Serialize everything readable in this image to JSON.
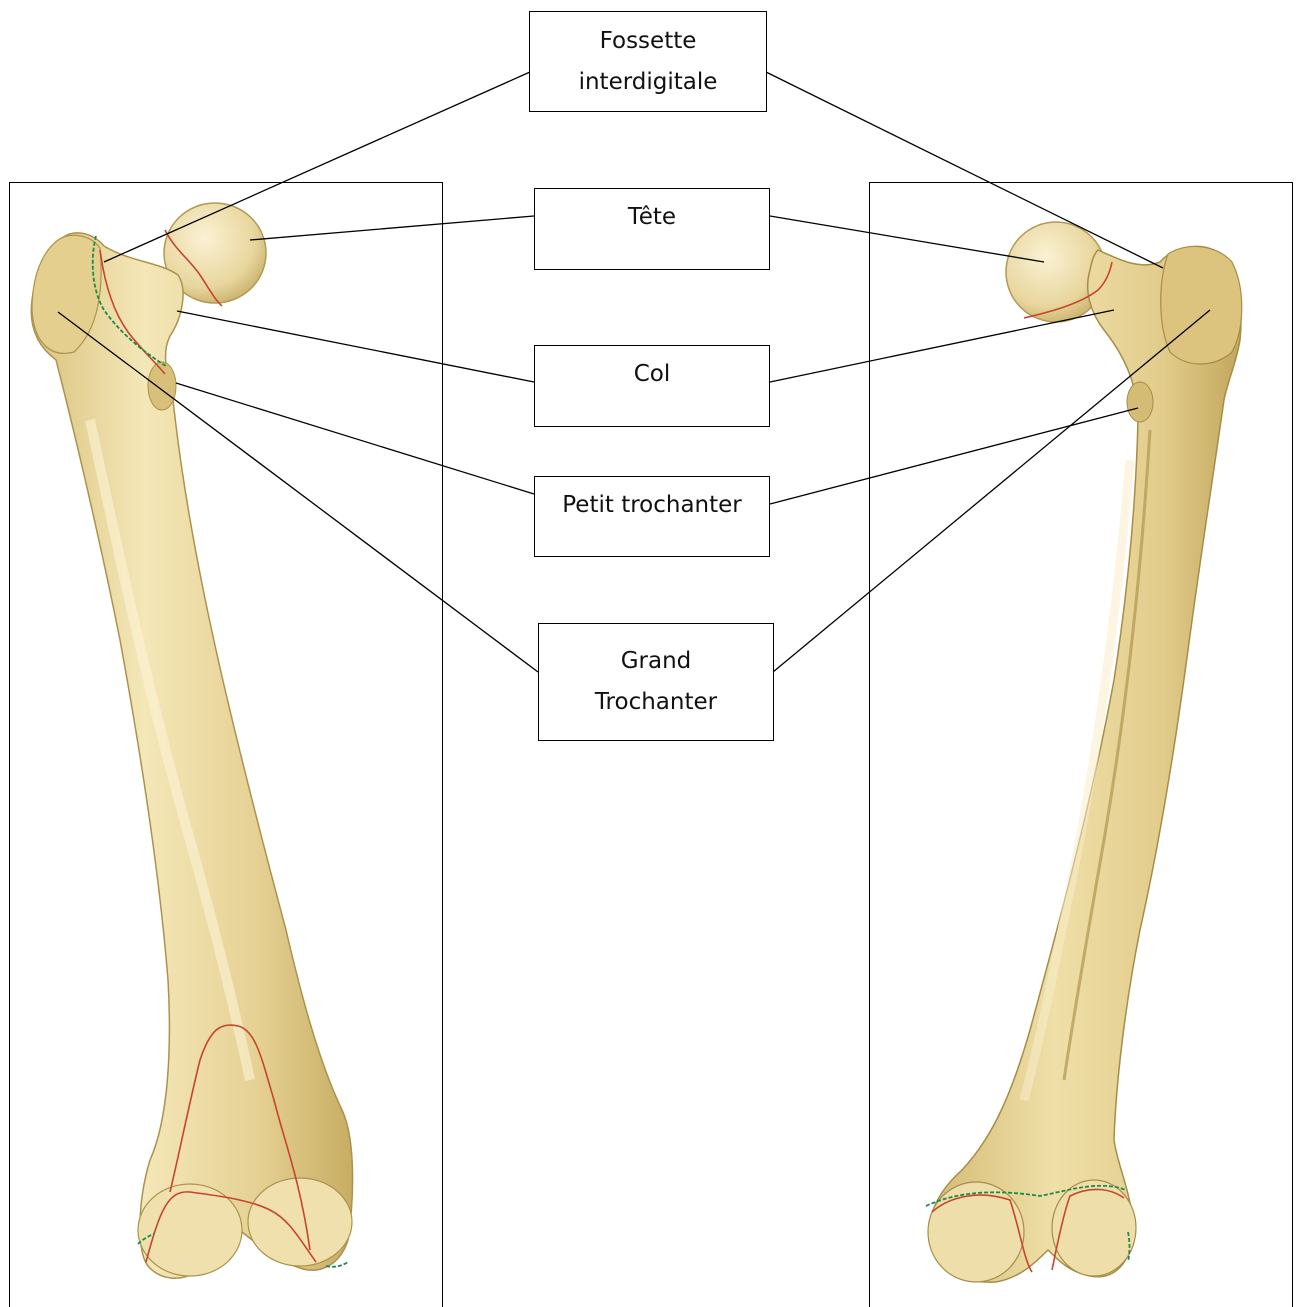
{
  "labels": {
    "fossette": [
      "Fossette",
      "interdigitale"
    ],
    "tete": "Tête",
    "col": "Col",
    "petit_trochanter": "Petit trochanter",
    "grand_trochanter": [
      "Grand",
      "Trochanter"
    ]
  },
  "colors": {
    "bone_fill": "#e9d79b",
    "bone_shade": "#c9b46e",
    "bone_highlight": "#f6ecc6",
    "bone_outline": "#a8924e",
    "line_red": "#c8452c",
    "line_green": "#1f8a4c",
    "leader": "#000000"
  }
}
